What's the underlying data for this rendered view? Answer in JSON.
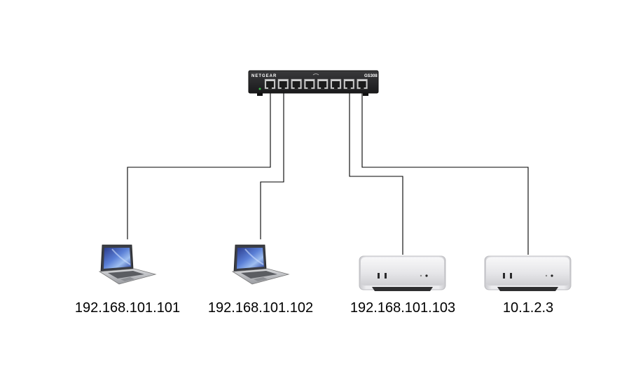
{
  "switch": {
    "brand": "NETGEAR",
    "model": "GS308",
    "port_count": 8,
    "icon": "network-switch-icon"
  },
  "nodes": [
    {
      "type": "laptop",
      "icon": "laptop-icon",
      "label": "192.168.101.101"
    },
    {
      "type": "laptop",
      "icon": "laptop-icon",
      "label": "192.168.101.102"
    },
    {
      "type": "mini-pc",
      "icon": "mini-pc-icon",
      "label": "192.168.101.103"
    },
    {
      "type": "mini-pc",
      "icon": "mini-pc-icon",
      "label": "10.1.2.3"
    }
  ]
}
